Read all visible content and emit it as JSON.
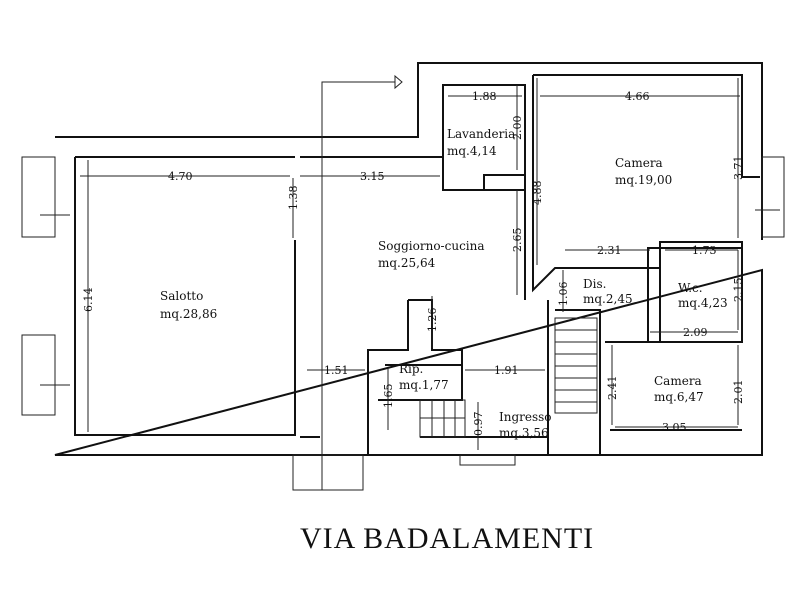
{
  "street_label": "VIA BADALAMENTI",
  "rooms": {
    "salotto": {
      "name": "Salotto",
      "area": "mq.28,86"
    },
    "soggiorno": {
      "name": "Soggiorno-cucina",
      "area": "mq.25,64"
    },
    "lavanderia": {
      "name": "Lavanderia",
      "area": "mq.4,14"
    },
    "camera_grande": {
      "name": "Camera",
      "area": "mq.19,00"
    },
    "disimpegno": {
      "name": "Dis.",
      "area": "mq.2,45"
    },
    "wc": {
      "name": "W.c.",
      "area": "mq.4,23"
    },
    "ripostiglio": {
      "name": "Rip.",
      "area": "mq.1,77"
    },
    "ingresso": {
      "name": "Ingresso",
      "area": "mq.3,56"
    },
    "camera_piccola": {
      "name": "Camera",
      "area": "mq.6,47"
    }
  },
  "dimensions": {
    "salotto_width": "4.70",
    "salotto_depth": "6.14",
    "pillar_gap": "1.38",
    "soggiorno_width": "3.15",
    "lavanderia_width": "1.88",
    "lavanderia_depth": "2.00",
    "soggiorno_depth": "2.65",
    "camera_width": "4.66",
    "camera_depth": "3.71",
    "camera_total_depth": "4.88",
    "dis_width": "2.31",
    "wc_width_top": "1.73",
    "wc_depth": "2.15",
    "wc_width_bottom": "2.09",
    "dis_depth": "1.06",
    "wall_gap": "1.26",
    "corridor_width": "1.51",
    "ingresso_width": "1.91",
    "rip_depth": "1.65",
    "ingresso_depth": "0.97",
    "camera_small_depth_left": "2.41",
    "camera_small_depth_right": "2.01",
    "camera_small_width": "3.05"
  }
}
